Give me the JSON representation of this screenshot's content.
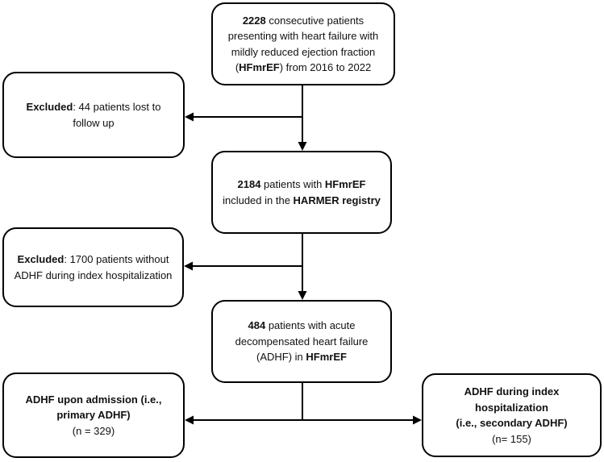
{
  "diagram": {
    "type": "flowchart",
    "background_color": "#ffffff",
    "line_color": "#000000",
    "nodes": {
      "top": {
        "segments": [
          {
            "text": "2228",
            "bold": true
          },
          {
            "text": " consecutive patients\npresenting with heart failure with\nmildly reduced ejection fraction\n(",
            "bold": false
          },
          {
            "text": "HFmrEF",
            "bold": true
          },
          {
            "text": ") from 2016 to 2022",
            "bold": false
          }
        ]
      },
      "excluded1": {
        "segments": [
          {
            "text": "Excluded",
            "bold": true
          },
          {
            "text": ": 44 patients lost to\nfollow up",
            "bold": false
          }
        ]
      },
      "registry": {
        "segments": [
          {
            "text": "2184",
            "bold": true
          },
          {
            "text": " patients with ",
            "bold": false
          },
          {
            "text": "HFmrEF",
            "bold": true
          },
          {
            "text": "\nincluded in the ",
            "bold": false
          },
          {
            "text": "HARMER registry",
            "bold": true
          }
        ]
      },
      "excluded2": {
        "segments": [
          {
            "text": "Excluded",
            "bold": true
          },
          {
            "text": ": 1700 patients without\nADHF during index hospitalization",
            "bold": false
          }
        ]
      },
      "adhf": {
        "segments": [
          {
            "text": "484",
            "bold": true
          },
          {
            "text": " patients with acute\ndecompensated heart failure\n(ADHF) in ",
            "bold": false
          },
          {
            "text": "HFmrEF",
            "bold": true
          }
        ]
      },
      "primary": {
        "segments": [
          {
            "text": "ADHF upon admission (i.e.,\nprimary ADHF)",
            "bold": true
          },
          {
            "text": "\n(n = 329)",
            "bold": false
          }
        ]
      },
      "secondary": {
        "segments": [
          {
            "text": "ADHF during index\nhospitalization\n(i.e., secondary ADHF)",
            "bold": true
          },
          {
            "text": "\n(n= 155)",
            "bold": false
          }
        ]
      }
    },
    "edges": [
      {
        "from": "top",
        "to": "registry",
        "style": "arrow-down"
      },
      {
        "from": "top-registry-line",
        "to": "excluded1",
        "style": "arrow-left"
      },
      {
        "from": "registry",
        "to": "adhf",
        "style": "arrow-down"
      },
      {
        "from": "registry-adhf-line",
        "to": "excluded2",
        "style": "arrow-left"
      },
      {
        "from": "adhf",
        "to": "primary",
        "style": "arrow-left"
      },
      {
        "from": "adhf",
        "to": "secondary",
        "style": "arrow-right"
      }
    ]
  }
}
